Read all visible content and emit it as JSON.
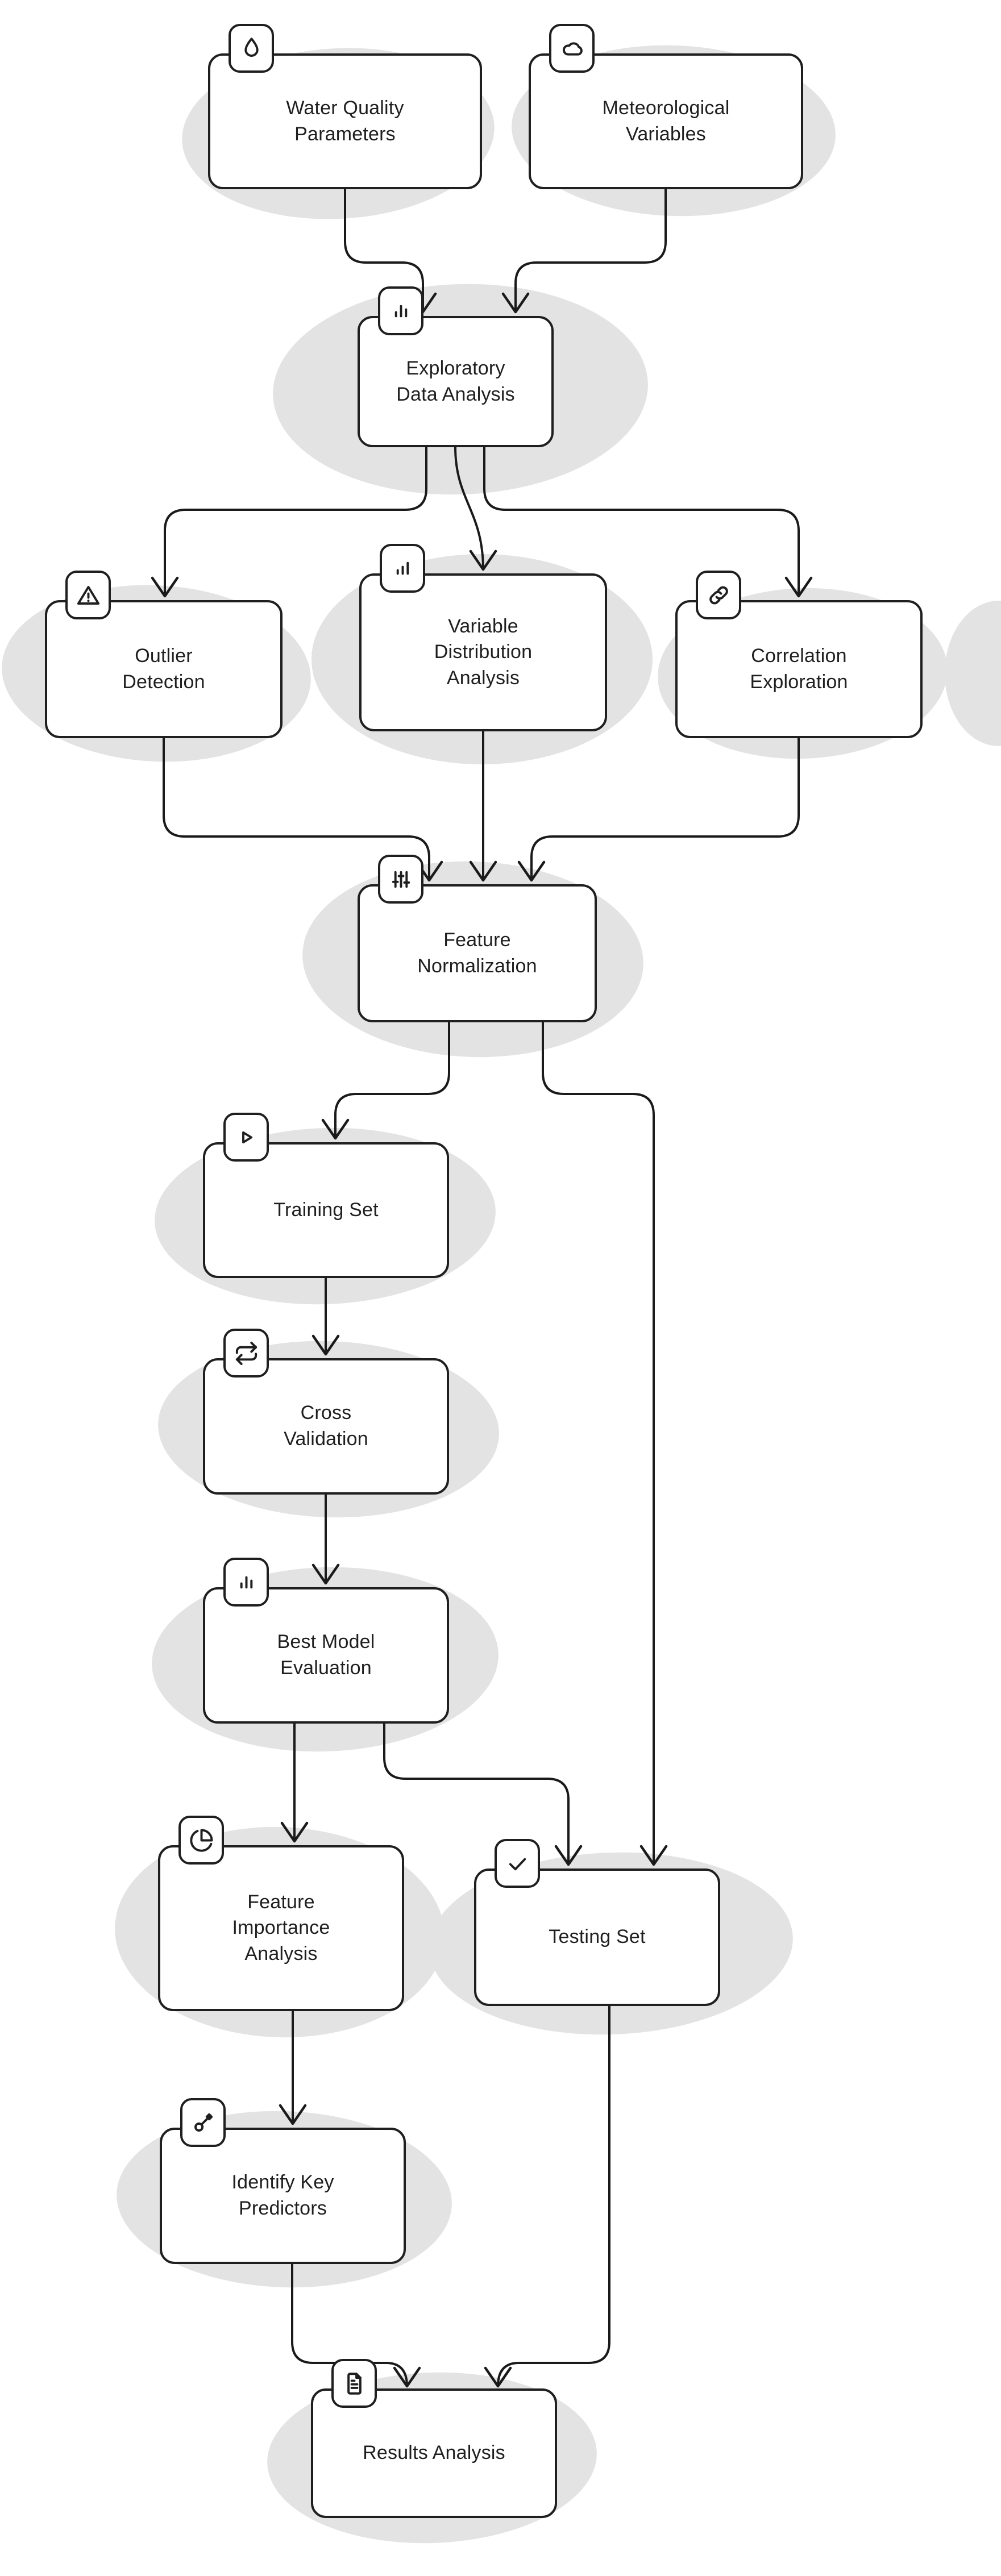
{
  "diagram": {
    "type": "flowchart",
    "colors": {
      "node_background": "#ffffff",
      "node_border": "#1f1f1f",
      "edge": "#1a1a1a",
      "blob_shadow": "#e3e3e3",
      "text": "#1f1f1f"
    },
    "nodes": [
      {
        "id": "water-quality-parameters",
        "label": "Water Quality Parameters",
        "lines": [
          "Water Quality",
          "Parameters"
        ],
        "icon": "droplet-icon"
      },
      {
        "id": "meteorological-variables",
        "label": "Meteorological Variables",
        "lines": [
          "Meteorological",
          "Variables"
        ],
        "icon": "cloud-icon"
      },
      {
        "id": "exploratory-data-analysis",
        "label": "Exploratory Data Analysis",
        "lines": [
          "Exploratory",
          "Data Analysis"
        ],
        "icon": "bar-chart-icon"
      },
      {
        "id": "outlier-detection",
        "label": "Outlier Detection",
        "lines": [
          "Outlier",
          "Detection"
        ],
        "icon": "warning-icon"
      },
      {
        "id": "variable-distribution-analysis",
        "label": "Variable Distribution Analysis",
        "lines": [
          "Variable",
          "Distribution",
          "Analysis"
        ],
        "icon": "bar-chart-ascending-icon"
      },
      {
        "id": "correlation-exploration",
        "label": "Correlation Exploration",
        "lines": [
          "Correlation",
          "Exploration"
        ],
        "icon": "link-icon"
      },
      {
        "id": "feature-normalization",
        "label": "Feature Normalization",
        "lines": [
          "Feature",
          "Normalization"
        ],
        "icon": "sliders-icon"
      },
      {
        "id": "training-set",
        "label": "Training Set",
        "lines": [
          "Training Set"
        ],
        "icon": "play-icon"
      },
      {
        "id": "cross-validation",
        "label": "Cross Validation",
        "lines": [
          "Cross",
          "Validation"
        ],
        "icon": "repeat-icon"
      },
      {
        "id": "best-model-evaluation",
        "label": "Best Model Evaluation",
        "lines": [
          "Best Model",
          "Evaluation"
        ],
        "icon": "bar-chart-icon"
      },
      {
        "id": "feature-importance-analysis",
        "label": "Feature Importance Analysis",
        "lines": [
          "Feature",
          "Importance",
          "Analysis"
        ],
        "icon": "pie-chart-icon"
      },
      {
        "id": "testing-set",
        "label": "Testing Set",
        "lines": [
          "Testing Set"
        ],
        "icon": "check-icon"
      },
      {
        "id": "identify-key-predictors",
        "label": "Identify Key Predictors",
        "lines": [
          "Identify Key",
          "Predictors"
        ],
        "icon": "key-icon"
      },
      {
        "id": "results-analysis",
        "label": "Results Analysis",
        "lines": [
          "Results Analysis"
        ],
        "icon": "document-icon"
      }
    ],
    "edges": [
      {
        "from": "water-quality-parameters",
        "to": "exploratory-data-analysis"
      },
      {
        "from": "meteorological-variables",
        "to": "exploratory-data-analysis"
      },
      {
        "from": "exploratory-data-analysis",
        "to": "outlier-detection"
      },
      {
        "from": "exploratory-data-analysis",
        "to": "variable-distribution-analysis"
      },
      {
        "from": "exploratory-data-analysis",
        "to": "correlation-exploration"
      },
      {
        "from": "outlier-detection",
        "to": "feature-normalization"
      },
      {
        "from": "variable-distribution-analysis",
        "to": "feature-normalization"
      },
      {
        "from": "correlation-exploration",
        "to": "feature-normalization"
      },
      {
        "from": "feature-normalization",
        "to": "training-set"
      },
      {
        "from": "feature-normalization",
        "to": "testing-set"
      },
      {
        "from": "training-set",
        "to": "cross-validation"
      },
      {
        "from": "cross-validation",
        "to": "best-model-evaluation"
      },
      {
        "from": "best-model-evaluation",
        "to": "feature-importance-analysis"
      },
      {
        "from": "best-model-evaluation",
        "to": "testing-set"
      },
      {
        "from": "feature-importance-analysis",
        "to": "identify-key-predictors"
      },
      {
        "from": "identify-key-predictors",
        "to": "results-analysis"
      },
      {
        "from": "testing-set",
        "to": "results-analysis"
      }
    ]
  }
}
